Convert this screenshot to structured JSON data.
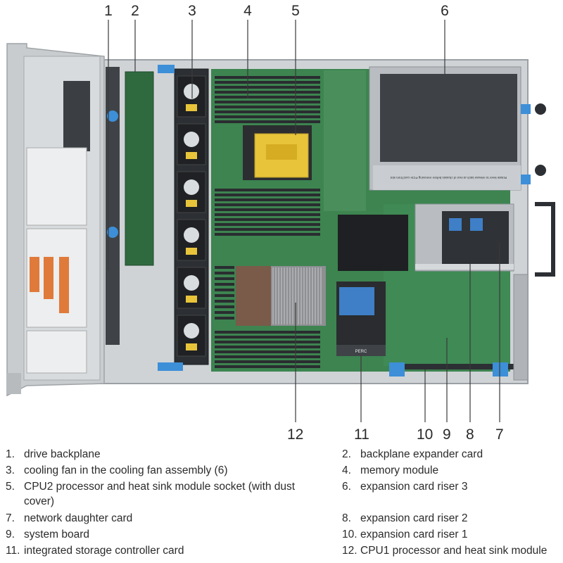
{
  "callouts": {
    "top": [
      "1",
      "2",
      "3",
      "4",
      "5",
      "6"
    ],
    "bottom": [
      "12",
      "11",
      "10",
      "9",
      "8",
      "7"
    ]
  },
  "legend": [
    {
      "num": "1.",
      "text": "drive backplane"
    },
    {
      "num": "2.",
      "text": "backplane expander card"
    },
    {
      "num": "3.",
      "text": "cooling fan in the cooling fan assembly (6)"
    },
    {
      "num": "4.",
      "text": "memory module"
    },
    {
      "num": "5.",
      "text": "CPU2 processor and heat sink module socket (with dust cover)"
    },
    {
      "num": "6.",
      "text": "expansion card riser 3"
    },
    {
      "num": "7.",
      "text": "network daughter card"
    },
    {
      "num": "8.",
      "text": "expansion card riser 2"
    },
    {
      "num": "9.",
      "text": "system board"
    },
    {
      "num": "10.",
      "text": "expansion card riser 1"
    },
    {
      "num": "11.",
      "text": "integrated storage controller card"
    },
    {
      "num": "12.",
      "text": "CPU1 processor and heat sink module"
    }
  ],
  "board_text": {
    "perc_label": "PERC",
    "riser_label": "Rotate lever to release latch at rear of chassis before removing PCIe card from slot"
  }
}
